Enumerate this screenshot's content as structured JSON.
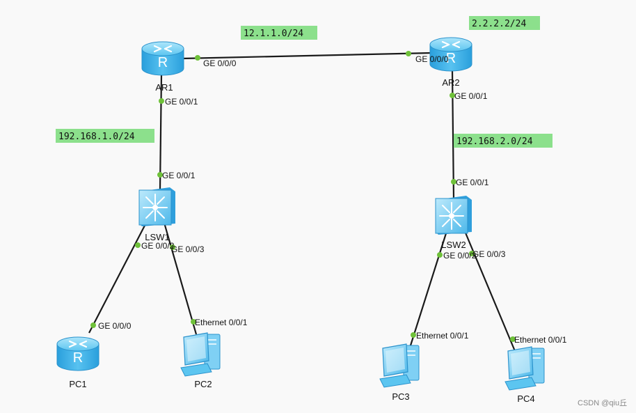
{
  "networks": [
    {
      "id": "net-12",
      "text": "12.1.1.0/24"
    },
    {
      "id": "net-2222",
      "text": "2.2.2.2/24"
    },
    {
      "id": "net-1921681",
      "text": "192.168.1.0/24"
    },
    {
      "id": "net-1921682",
      "text": "192.168.2.0/24"
    }
  ],
  "devices": {
    "ar1": {
      "label": "AR1",
      "type": "router"
    },
    "ar2": {
      "label": "AR2",
      "type": "router"
    },
    "lsw1": {
      "label": "LSW1",
      "type": "switch"
    },
    "lsw2": {
      "label": "LSW2",
      "type": "switch"
    },
    "pc1": {
      "label": "PC1",
      "type": "router"
    },
    "pc2": {
      "label": "PC2",
      "type": "pc"
    },
    "pc3": {
      "label": "PC3",
      "type": "pc"
    },
    "pc4": {
      "label": "PC4",
      "type": "pc"
    }
  },
  "ports": {
    "ar1_ge000": "GE 0/0/0",
    "ar1_ge001": "GE 0/0/1",
    "ar2_ge000": "GE 0/0/0",
    "ar2_ge001": "GE 0/0/1",
    "lsw1_ge001": "GE 0/0/1",
    "lsw1_ge002": "GE 0/0/2",
    "lsw1_ge003": "GE 0/0/3",
    "lsw2_ge001": "GE 0/0/1",
    "lsw2_ge002": "GE 0/0/2",
    "lsw2_ge003": "GE 0/0/3",
    "pc1_ge000": "GE 0/0/0",
    "pc2_eth": "Ethernet 0/0/1",
    "pc3_eth": "Ethernet 0/0/1",
    "pc4_eth": "Ethernet 0/0/1"
  },
  "links": [
    {
      "from": "ar1",
      "from_port": "GE 0/0/0",
      "to": "ar2",
      "to_port": "GE 0/0/0"
    },
    {
      "from": "ar1",
      "from_port": "GE 0/0/1",
      "to": "lsw1",
      "to_port": "GE 0/0/1"
    },
    {
      "from": "ar2",
      "from_port": "GE 0/0/1",
      "to": "lsw2",
      "to_port": "GE 0/0/1"
    },
    {
      "from": "lsw1",
      "from_port": "GE 0/0/2",
      "to": "pc1",
      "to_port": "GE 0/0/0"
    },
    {
      "from": "lsw1",
      "from_port": "GE 0/0/3",
      "to": "pc2",
      "to_port": "Ethernet 0/0/1"
    },
    {
      "from": "lsw2",
      "from_port": "GE 0/0/2",
      "to": "pc3",
      "to_port": "Ethernet 0/0/1"
    },
    {
      "from": "lsw2",
      "from_port": "GE 0/0/3",
      "to": "pc4",
      "to_port": "Ethernet 0/0/1"
    }
  ],
  "colors": {
    "link": "#1a1a1a",
    "port_dot": "#6fc13a",
    "network_label_bg": "#8ce08c",
    "device_blue": "#3fb3ea"
  },
  "watermark": "CSDN @qiu丘"
}
